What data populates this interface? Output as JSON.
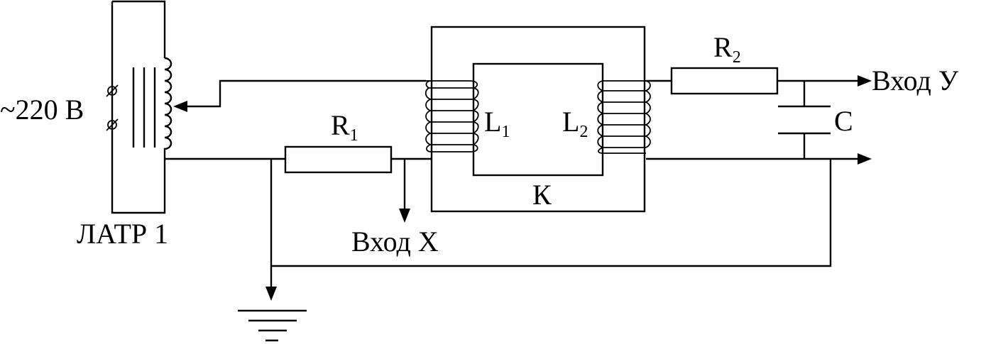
{
  "source": {
    "label": "~220 В"
  },
  "autotransformer": {
    "label": "ЛАТР 1"
  },
  "core": {
    "label": "К"
  },
  "coils": [
    {
      "letter": "L",
      "index": "1"
    },
    {
      "letter": "L",
      "index": "2"
    }
  ],
  "resistors": [
    {
      "letter": "R",
      "index": "1"
    },
    {
      "letter": "R",
      "index": "2"
    }
  ],
  "capacitor": {
    "label": "С"
  },
  "outputs": {
    "input_x": "Вход Х",
    "input_y": "Вход У"
  }
}
